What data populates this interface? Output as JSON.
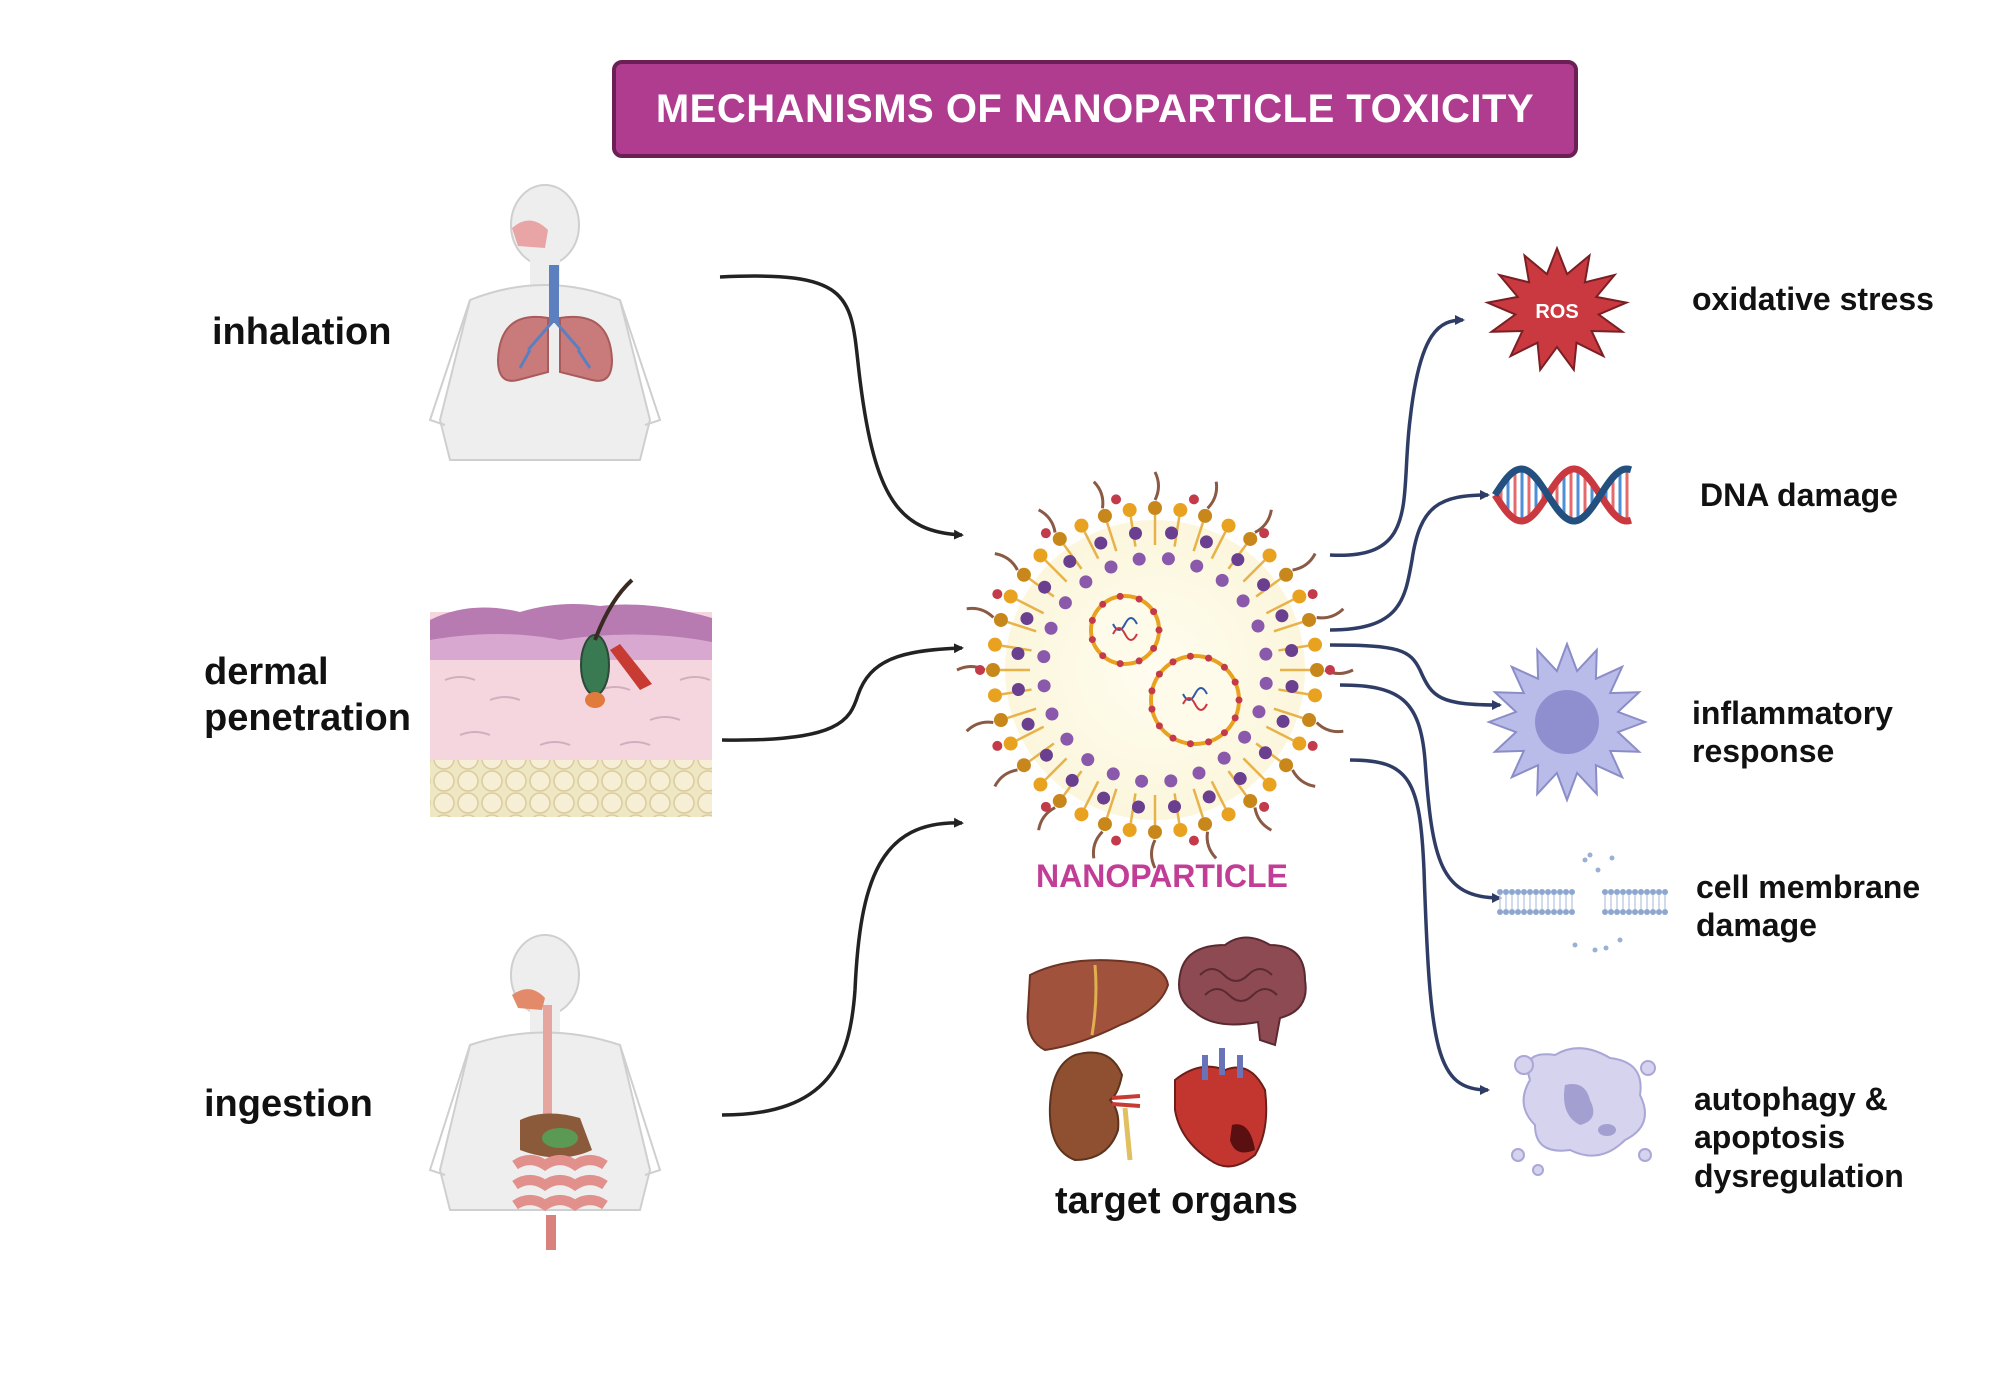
{
  "title": "MECHANISMS OF NANOPARTICLE TOXICITY",
  "routes": [
    {
      "label": "inhalation",
      "icon": "lungs-body-icon"
    },
    {
      "label_line1": "dermal",
      "label_line2": "penetration",
      "icon": "skin-section-icon"
    },
    {
      "label": "ingestion",
      "icon": "digestive-body-icon"
    }
  ],
  "center": {
    "label": "NANOPARTICLE",
    "icon": "nanoparticle-icon"
  },
  "target_organs": {
    "label": "target organs",
    "icons": [
      "liver-icon",
      "brain-icon",
      "kidney-icon",
      "heart-icon"
    ]
  },
  "effects": [
    {
      "line1": "oxidative stress",
      "icon": "ros-star-icon",
      "badge": "ROS"
    },
    {
      "line1": "DNA damage",
      "icon": "dna-helix-icon"
    },
    {
      "line1": "inflammatory",
      "line2": "response",
      "icon": "immune-cell-icon"
    },
    {
      "line1": "cell membrane",
      "line2": "damage",
      "icon": "broken-membrane-icon"
    },
    {
      "line1": "autophagy &",
      "line2": "apoptosis",
      "line3": "dysregulation",
      "icon": "apoptotic-cell-icon"
    }
  ],
  "colors": {
    "title_bg": "#b03c8f",
    "title_border": "#6c1f55",
    "nanoparticle_label": "#c13d96",
    "arrow_in": "#222222",
    "arrow_out": "#2f3d66",
    "ros": "#c9393f"
  }
}
